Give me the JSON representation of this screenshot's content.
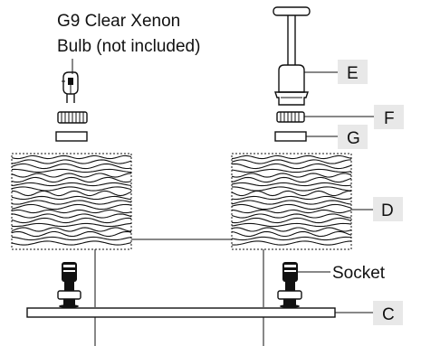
{
  "bulb_label": {
    "line1": "G9 Clear Xenon",
    "line2": "Bulb (not included)"
  },
  "socket_label": "Socket",
  "callouts": {
    "c": "C",
    "d": "D",
    "e": "E",
    "f": "F",
    "g": "G"
  },
  "callout_box_color": "#e8e8e8",
  "line_color": "#111111"
}
